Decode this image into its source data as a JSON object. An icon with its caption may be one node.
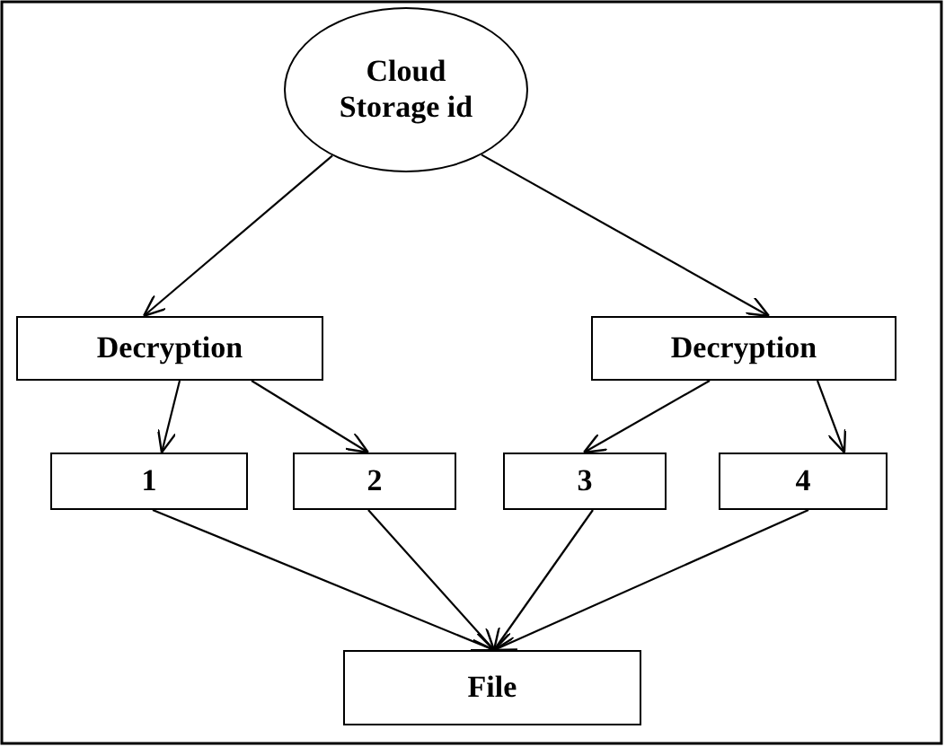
{
  "diagram": {
    "nodes": [
      {
        "text": [
          "Cloud Storage id"
        ]
      },
      {
        "text": [
          "Decryption"
        ]
      },
      {
        "text": [
          "Decryption"
        ]
      },
      {
        "text": [
          "1"
        ]
      },
      {
        "text": [
          "2"
        ]
      },
      {
        "text": [
          "3"
        ]
      },
      {
        "text": [
          "4"
        ]
      },
      {
        "text": [
          "File"
        ]
      }
    ],
    "edges": [
      {
        "from": 0,
        "to": 1,
        "arrow": "to"
      },
      {
        "from": 0,
        "to": 2,
        "arrow": "to"
      },
      {
        "from": 1,
        "to": 3,
        "arrow": "to"
      },
      {
        "from": 1,
        "to": 4,
        "arrow": "to"
      },
      {
        "from": 2,
        "to": 5,
        "arrow": "to"
      },
      {
        "from": 2,
        "to": 6,
        "arrow": "to"
      },
      {
        "from": 3,
        "to": 7,
        "arrow": "to"
      },
      {
        "from": 4,
        "to": 7,
        "arrow": "to"
      },
      {
        "from": 5,
        "to": 7,
        "arrow": "to"
      },
      {
        "from": 6,
        "to": 7,
        "arrow": "to"
      }
    ]
  }
}
